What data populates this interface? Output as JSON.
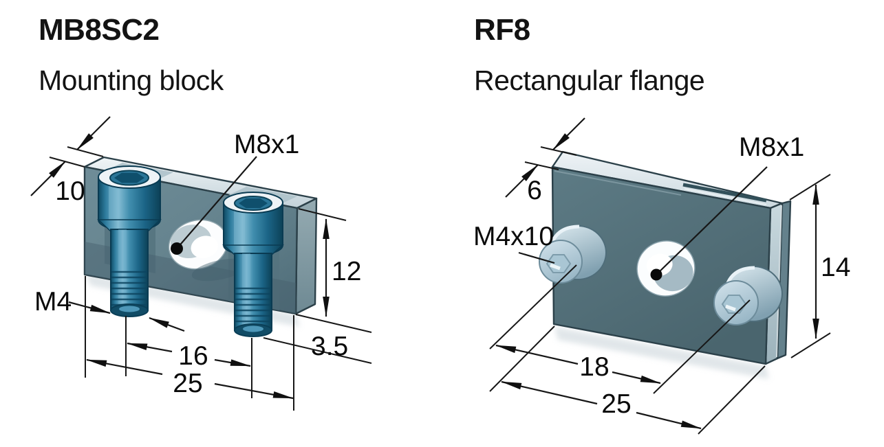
{
  "parts": [
    {
      "model": "MB8SC2",
      "name": "Mounting block",
      "dimensions": {
        "depth": "10",
        "center_thread": "M8x1",
        "height": "12",
        "screw_thread": "M4",
        "hole_spacing": "16",
        "width": "25",
        "bottom_offset": "3.5"
      }
    },
    {
      "model": "RF8",
      "name": "Rectangular flange",
      "dimensions": {
        "depth": "6",
        "center_thread": "M8x1",
        "screw_spec": "M4x10",
        "height": "14",
        "hole_spacing": "18",
        "width": "25"
      }
    }
  ],
  "colors": {
    "body_teal": "#5b7982",
    "top_light": "#dde7ec",
    "screw_dark_teal": "#2f7d9f",
    "screw_light_steel": "#b7cfdc",
    "line_black": "#161616",
    "background": "#ffffff"
  }
}
